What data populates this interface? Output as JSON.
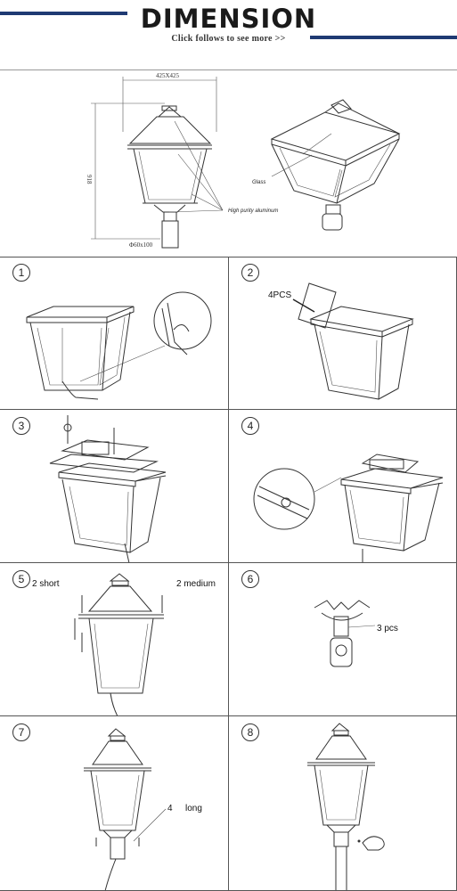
{
  "header": {
    "title": "DIMENSION",
    "subtitle": "Click follows to see more  >>",
    "accent_color": "#1f3a73"
  },
  "dimension": {
    "width_label": "425X425",
    "height_label": "918",
    "base_label": "Φ60x100",
    "glass_label": "Glass",
    "aluminum_label": "High purity aluminum"
  },
  "steps": [
    {
      "number": "1",
      "labels": []
    },
    {
      "number": "2",
      "labels": [
        "4PCS"
      ]
    },
    {
      "number": "3",
      "labels": []
    },
    {
      "number": "4",
      "labels": []
    },
    {
      "number": "5",
      "labels": [
        "2 short",
        "2 medium"
      ]
    },
    {
      "number": "6",
      "labels": [
        "3 pcs"
      ]
    },
    {
      "number": "7",
      "labels": [
        "4",
        "long"
      ]
    },
    {
      "number": "8",
      "labels": []
    }
  ]
}
